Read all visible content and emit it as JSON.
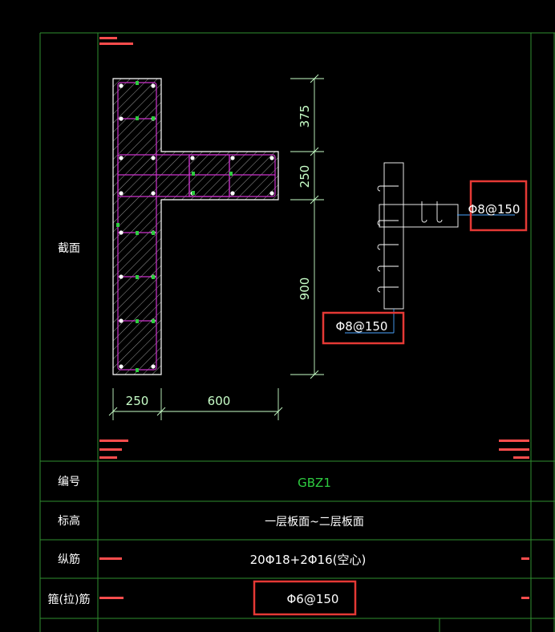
{
  "table": {
    "section_label": "截面",
    "rows": [
      {
        "label": "编号",
        "value": "GBZ1",
        "value_color": "#2ecc40"
      },
      {
        "label": "标高",
        "value": "一层板面~二层板面",
        "value_color": "#ffffff"
      },
      {
        "label": "纵筋",
        "value": "20Φ18+2Φ16(空心)",
        "value_color": "#ffffff"
      },
      {
        "label": "箍(拉)筋",
        "value": "Φ6@150",
        "value_color": "#ffffff"
      }
    ]
  },
  "dimensions": {
    "vertical": [
      "375",
      "250",
      "900"
    ],
    "horizontal": [
      "250",
      "600"
    ]
  },
  "callouts": {
    "stirrup_right": "Φ8@150",
    "stirrup_bottom": "Φ8@150"
  },
  "colors": {
    "frame": "#2f8f2f",
    "dim": "#c8ffc8",
    "wall": "#ffffff",
    "stirrup": "#cc33cc",
    "bar": "#2ecc40",
    "highlight": "#e53935",
    "note": "#ff4d4d"
  }
}
